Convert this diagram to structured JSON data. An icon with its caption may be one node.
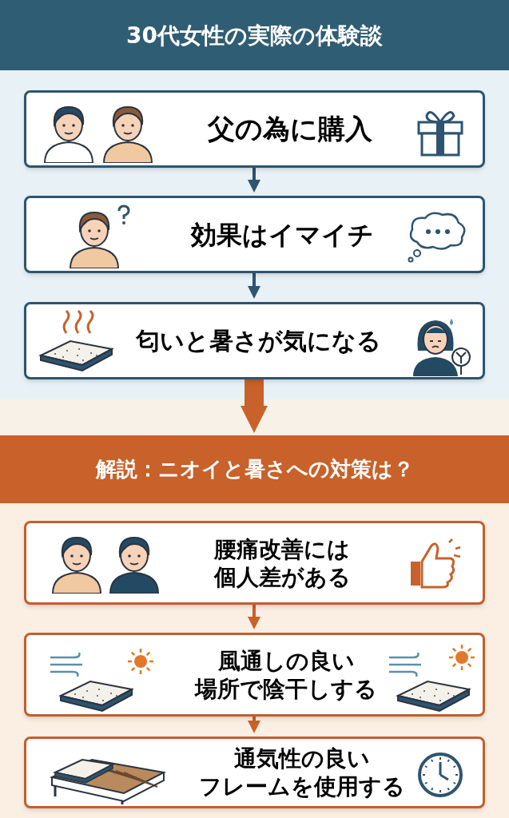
{
  "diagram": {
    "nodes": [
      {
        "text": [
          "30代女性の実際の体験談"
        ]
      },
      {
        "text": [
          "父の為に購入"
        ]
      },
      {
        "text": [
          "効果はイマイチ"
        ]
      },
      {
        "text": [
          "匂いと暑さが気になる"
        ]
      },
      {
        "text": [
          "解説：ニオイと暑さへの対策は？"
        ]
      },
      {
        "text": [
          "腰痛改善には個人差がある"
        ]
      },
      {
        "text": [
          "風通しの良い場所で陰干しする"
        ]
      },
      {
        "text": [
          "通気性の良いフレームを使用する"
        ]
      }
    ],
    "edges": [
      {
        "from": 1,
        "to": 2,
        "arrow": "to",
        "color": "#2d5470"
      },
      {
        "from": 2,
        "to": 3,
        "arrow": "to",
        "color": "#2d5470"
      },
      {
        "from": 3,
        "to": 4,
        "arrow": "to",
        "style": "thick"
      },
      {
        "from": 5,
        "to": 6,
        "arrow": "to"
      },
      {
        "from": 6,
        "to": 7,
        "arrow": "to"
      }
    ]
  }
}
